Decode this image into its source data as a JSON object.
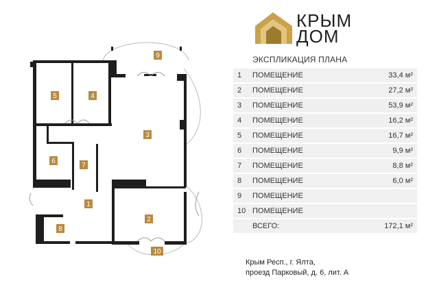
{
  "brand": {
    "line1": "КРЫМ",
    "line2": "ДОМ",
    "gold": "#c9a24a",
    "dark": "#1e1e1e"
  },
  "plan": {
    "room_labels": [
      "1",
      "2",
      "3",
      "4",
      "5",
      "6",
      "7",
      "8",
      "9",
      "10"
    ],
    "label_color": "#b98a3e",
    "wall_color": "#1e1e1e"
  },
  "explication": {
    "title": "ЭКСПЛИКАЦИЯ ПЛАНА",
    "rows": [
      {
        "num": "1",
        "name": "ПОМЕЩЕНИЕ",
        "area": "33,4 м²"
      },
      {
        "num": "2",
        "name": "ПОМЕЩЕНИЕ",
        "area": "27,2 м²"
      },
      {
        "num": "3",
        "name": "ПОМЕЩЕНИЕ",
        "area": "53,9 м²"
      },
      {
        "num": "4",
        "name": "ПОМЕЩЕНИЕ",
        "area": "16,2 м²"
      },
      {
        "num": "5",
        "name": "ПОМЕЩЕНИЕ",
        "area": "16,7 м²"
      },
      {
        "num": "6",
        "name": "ПОМЕЩЕНИЕ",
        "area": "9,9 м²"
      },
      {
        "num": "7",
        "name": "ПОМЕЩЕНИЕ",
        "area": "8,8 м²"
      },
      {
        "num": "8",
        "name": "ПОМЕЩЕНИЕ",
        "area": "6,0 м²"
      },
      {
        "num": "9",
        "name": "ПОМЕЩЕНИЕ",
        "area": ""
      },
      {
        "num": "10",
        "name": "ПОМЕЩЕНИЕ",
        "area": ""
      }
    ],
    "total_label": "ВСЕГО:",
    "total_value": "172,1 м²"
  },
  "address": {
    "line1": "Крым Респ., г. Ялта,",
    "line2": "проезд Парковый, д. 6, лит. А"
  }
}
